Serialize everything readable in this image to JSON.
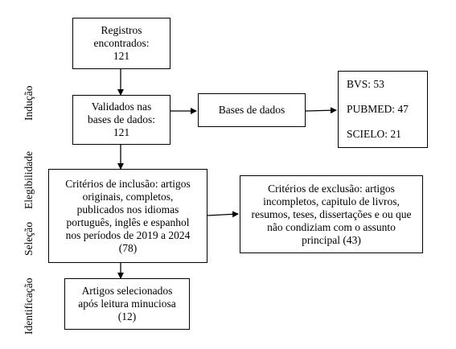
{
  "stages": [
    "Indução",
    "Elegibilidade",
    "Seleção",
    "Identificação"
  ],
  "boxes": {
    "found": [
      "Registros",
      "encontrados:",
      "121"
    ],
    "validated": [
      "Validados nas",
      "bases de dados:",
      "121"
    ],
    "databases": [
      "Bases de dados"
    ],
    "counts": [
      "BVS: 53",
      "PUBMED: 47",
      "SCIELO: 21"
    ],
    "inclusion": [
      "Critérios de inclusão: artigos",
      "originais, completos,",
      "publicados nos idiomas",
      "português, inglês e espanhol",
      "nos períodos de 2019 a 2024",
      "(78)"
    ],
    "exclusion": [
      "Critérios de exclusão: artigos",
      "incompletos, capitulo de livros,",
      "resumos, teses, dissertações e ou que",
      "não condiziam com o assunto",
      "principal (43)"
    ],
    "selected": [
      "Artigos selecionados",
      "após leitura minuciosa",
      "(12)"
    ]
  }
}
